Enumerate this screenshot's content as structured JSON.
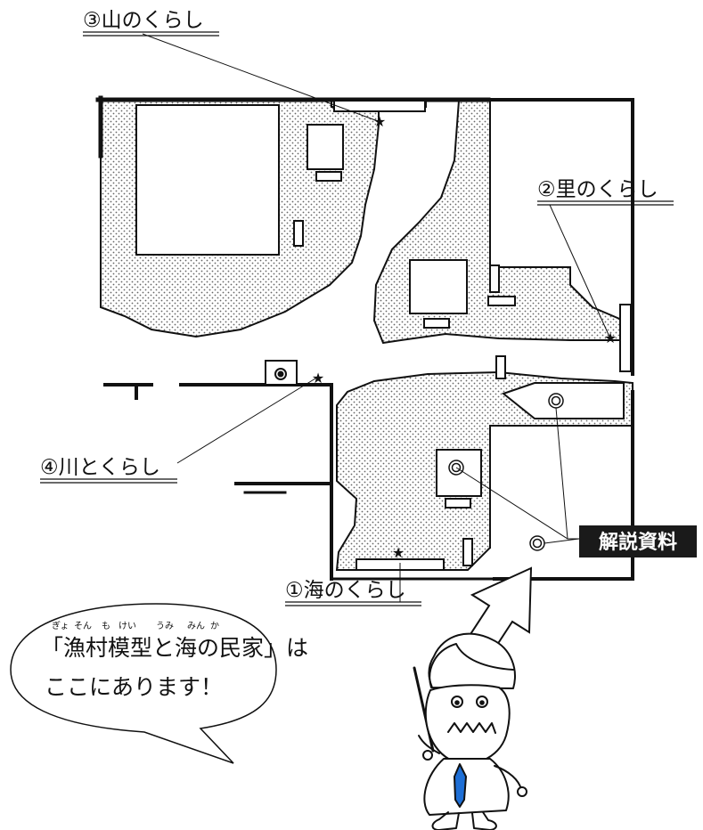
{
  "labels": {
    "mountain": "③山のくらし",
    "village": "②里のくらし",
    "river": "④川とくらし",
    "sea": "①海のくらし"
  },
  "badge": "解説資料",
  "bubble": {
    "line1": "「漁村模型と海の民家」は",
    "line2": "ここにあります！",
    "ruby": {
      "gyo": "ぎょ",
      "son": "そん",
      "mo": "も",
      "kei": "けい",
      "umi": "うみ",
      "min": "みん",
      "ka": "か"
    }
  },
  "colors": {
    "ink": "#111111",
    "badge_bg": "#1a1a1a",
    "badge_fg": "#ffffff",
    "stipple": "#666666",
    "tie": "#1e6fd6"
  }
}
